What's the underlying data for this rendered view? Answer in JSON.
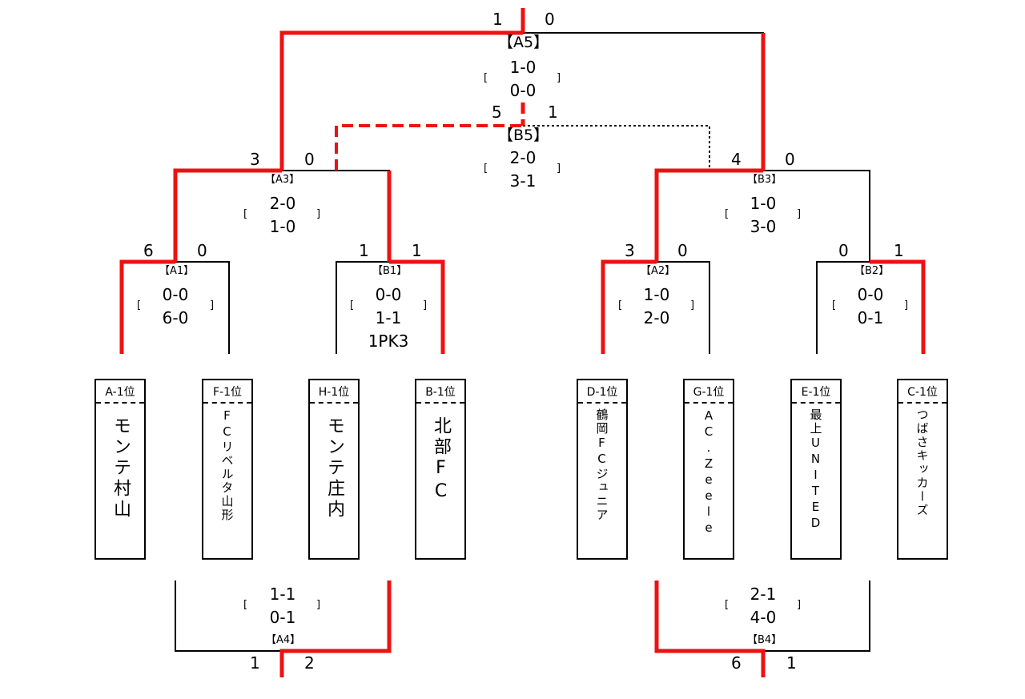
{
  "colors": {
    "winner_path": "#ee1111",
    "line": "#000000"
  },
  "teams": [
    {
      "seed": "A-1位",
      "name": "モンテ村山"
    },
    {
      "seed": "F-1位",
      "name": "FCリベルタ山形"
    },
    {
      "seed": "H-1位",
      "name": "モンテ庄内"
    },
    {
      "seed": "B-1位",
      "name": "北部FC"
    },
    {
      "seed": "D-1位",
      "name": "鶴岡FCジュニア"
    },
    {
      "seed": "G-1位",
      "name": "AC.Zeele"
    },
    {
      "seed": "E-1位",
      "name": "最上UNITED"
    },
    {
      "seed": "C-1位",
      "name": "つばさキッカーズ"
    }
  ],
  "matches": {
    "A1": {
      "label": "【A1】",
      "left": "6",
      "right": "0",
      "half1": "0-0",
      "half2": "6-0",
      "pk": ""
    },
    "B1": {
      "label": "【B1】",
      "left": "1",
      "right": "1",
      "half1": "0-0",
      "half2": "1-1",
      "pk": "1PK3"
    },
    "A2": {
      "label": "【A2】",
      "left": "3",
      "right": "0",
      "half1": "1-0",
      "half2": "2-0",
      "pk": ""
    },
    "B2": {
      "label": "【B2】",
      "left": "0",
      "right": "1",
      "half1": "0-0",
      "half2": "0-1",
      "pk": ""
    },
    "A3": {
      "label": "【A3】",
      "left": "3",
      "right": "0",
      "half1": "2-0",
      "half2": "1-0"
    },
    "B3": {
      "label": "【B3】",
      "left": "4",
      "right": "0",
      "half1": "1-0",
      "half2": "3-0"
    },
    "A5": {
      "label": "【A5】",
      "left": "1",
      "right": "0",
      "half1": "1-0",
      "half2": "0-0"
    },
    "B5": {
      "label": "【B5】",
      "left": "5",
      "right": "1",
      "half1": "2-0",
      "half2": "3-1"
    },
    "A4": {
      "label": "【A4】",
      "left": "1",
      "right": "2",
      "half1": "1-1",
      "half2": "0-1"
    },
    "B4": {
      "label": "【B4】",
      "left": "6",
      "right": "1",
      "half1": "2-1",
      "half2": "4-0"
    }
  },
  "bracket_open": "[",
  "bracket_close": "]"
}
